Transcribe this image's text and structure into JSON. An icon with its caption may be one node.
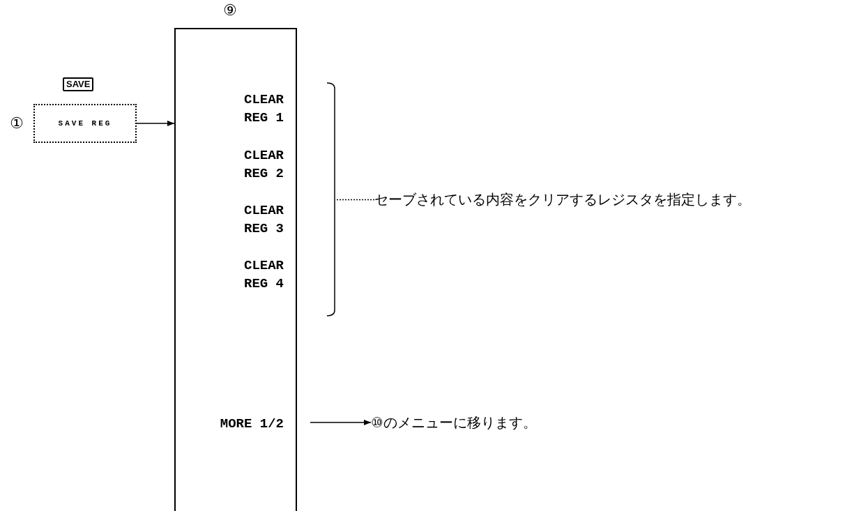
{
  "diagram": {
    "nodes": [
      {
        "text": [
          "SAVE REG"
        ],
        "beside": [
          "SAVE",
          "①"
        ]
      },
      {
        "text": [
          "⑨"
        ]
      },
      {
        "text": [
          "CLEAR REG 1"
        ],
        "in": 1
      },
      {
        "text": [
          "CLEAR REG 2"
        ],
        "in": 1
      },
      {
        "text": [
          "CLEAR REG 3"
        ],
        "in": 1
      },
      {
        "text": [
          "CLEAR REG 4"
        ],
        "in": 1
      },
      {
        "text": [
          "MORE 1/2"
        ],
        "in": 1
      },
      {
        "text": [],
        "shape": "bracket"
      },
      {
        "text": [
          "セーブされている内容をクリアするレジスタを指定します。"
        ]
      },
      {
        "text": [
          "⑩のメニューに移ります。"
        ]
      }
    ],
    "edges": [
      {
        "from": 0,
        "to": 1,
        "arrow": "to"
      },
      {
        "from": 8,
        "to": 7,
        "arrow": "none",
        "style": "dashed"
      },
      {
        "from": 6,
        "to": 9,
        "arrow": "to"
      }
    ]
  }
}
